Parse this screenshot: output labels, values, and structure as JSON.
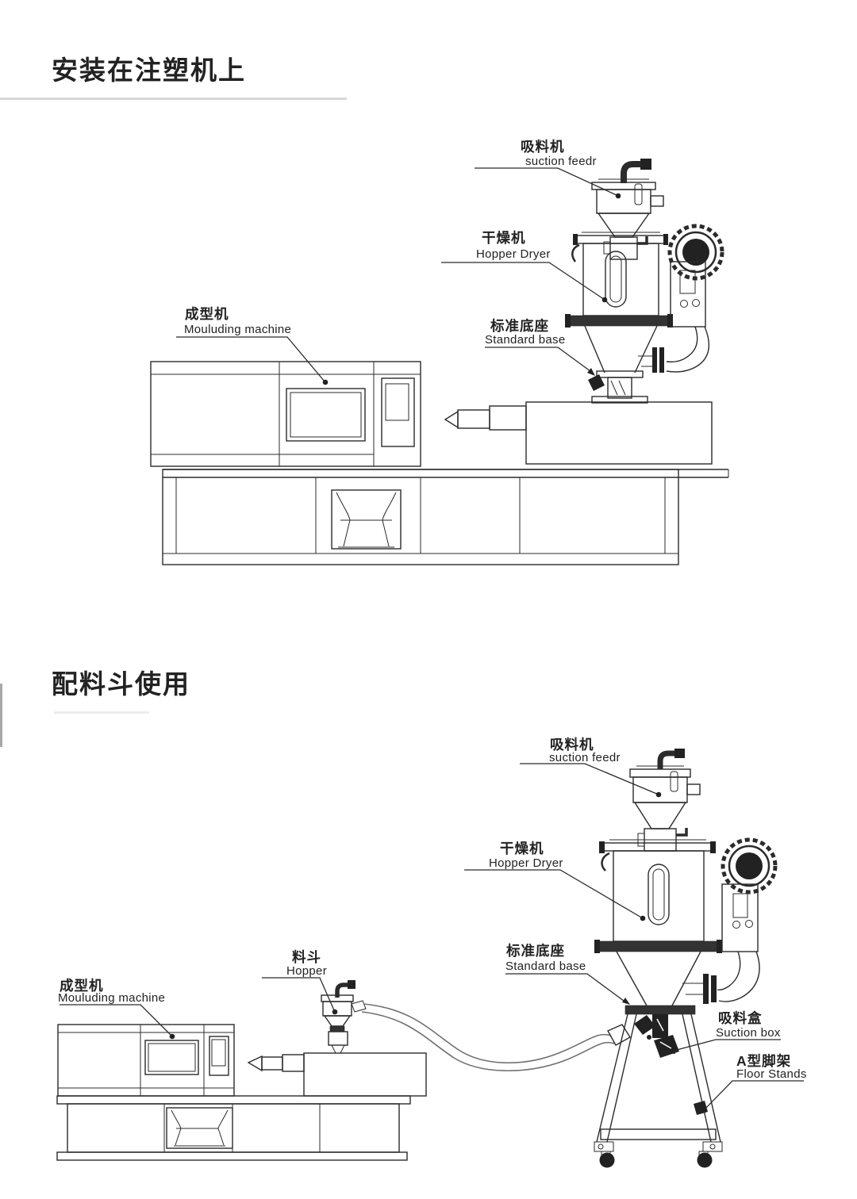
{
  "page": {
    "background": "#ffffff",
    "ink_color": "#2b2b2b",
    "black_fill": "#222222",
    "faint_line_color": "#d8d8d8"
  },
  "sections": {
    "top": {
      "title": "安装在注塑机上",
      "labels": {
        "suction_feeder": {
          "zh": "吸料机",
          "en": "suction  feedr"
        },
        "hopper_dryer": {
          "zh": "干燥机",
          "en": "Hopper Dryer"
        },
        "standard_base": {
          "zh": "标准底座",
          "en": "Standard base"
        },
        "moulding_machine": {
          "zh": "成型机",
          "en": "Mouluding machine"
        }
      }
    },
    "bottom": {
      "title": "配料斗使用",
      "labels": {
        "suction_feeder": {
          "zh": "吸料机",
          "en": "suction  feedr"
        },
        "hopper_dryer": {
          "zh": "干燥机",
          "en": "Hopper Dryer"
        },
        "standard_base": {
          "zh": "标准底座",
          "en": "Standard base"
        },
        "hopper": {
          "zh": "料斗",
          "en": "Hopper"
        },
        "moulding_machine": {
          "zh": "成型机",
          "en": "Mouluding machine"
        },
        "suction_box": {
          "zh": "吸料盒",
          "en": "Suction box"
        },
        "floor_stands": {
          "zh": "A型脚架",
          "en": "Floor Stands"
        }
      }
    }
  }
}
